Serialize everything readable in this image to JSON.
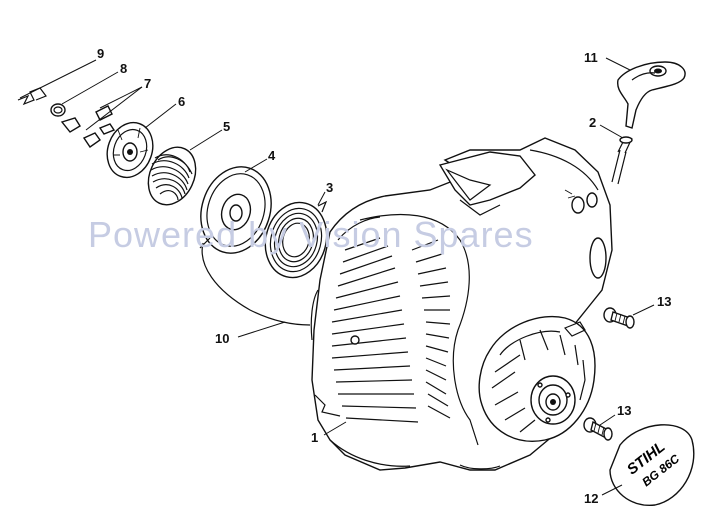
{
  "watermark": "Powered by Vision Spares",
  "callouts": [
    {
      "id": "1",
      "text": "1"
    },
    {
      "id": "2",
      "text": "2"
    },
    {
      "id": "3",
      "text": "3"
    },
    {
      "id": "4",
      "text": "4"
    },
    {
      "id": "5",
      "text": "5"
    },
    {
      "id": "6",
      "text": "6"
    },
    {
      "id": "7",
      "text": "7"
    },
    {
      "id": "8",
      "text": "8"
    },
    {
      "id": "9",
      "text": "9"
    },
    {
      "id": "10",
      "text": "10"
    },
    {
      "id": "11",
      "text": "11"
    },
    {
      "id": "12",
      "text": "12"
    },
    {
      "id": "13a",
      "text": "13"
    },
    {
      "id": "13b",
      "text": "13"
    }
  ],
  "logo": {
    "brand": "STIHL",
    "model": "BG 86C"
  }
}
